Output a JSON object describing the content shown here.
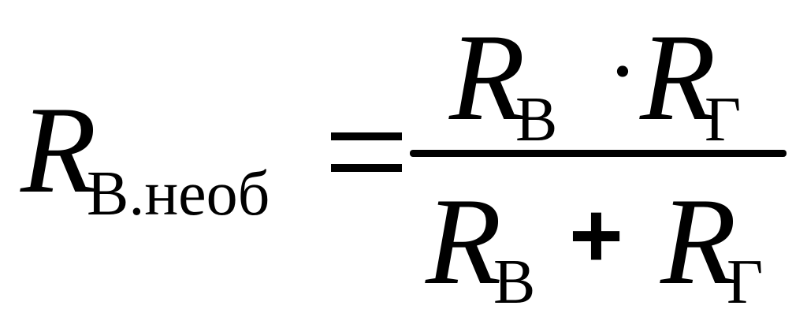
{
  "formula": {
    "lhs": {
      "symbol": "R",
      "subscript": "В.необ"
    },
    "equals": "=",
    "numerator": {
      "term1": {
        "symbol": "R",
        "subscript": "В"
      },
      "operator": "·",
      "term2": {
        "symbol": "R",
        "subscript": "Г"
      }
    },
    "denominator": {
      "term1": {
        "symbol": "R",
        "subscript": "В"
      },
      "operator": "+",
      "term2": {
        "symbol": "R",
        "subscript": "Г"
      }
    }
  }
}
